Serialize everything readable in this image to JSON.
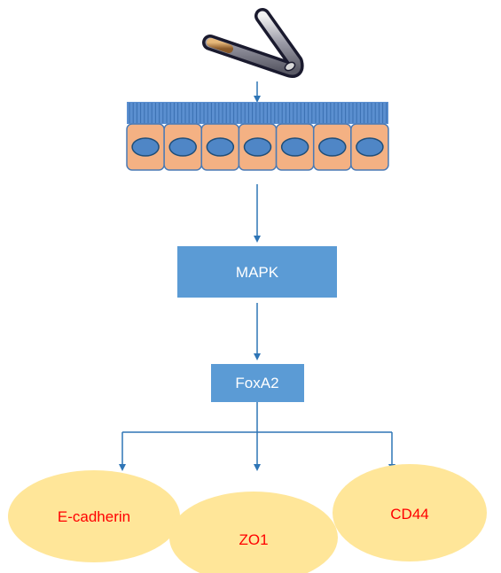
{
  "nodes": {
    "mapk": {
      "label": "MAPK"
    },
    "foxa2": {
      "label": "FoxA2"
    },
    "ecadherin": {
      "label": "E-cadherin"
    },
    "zo1": {
      "label": "ZO1"
    },
    "cd44": {
      "label": "CD44"
    }
  },
  "epithelium": {
    "cell_count": 7
  },
  "colors": {
    "box_fill": "#5b9bd5",
    "box_text": "#ffffff",
    "arrow": "#2e75b6",
    "oval_fill": "#ffe699",
    "oval_text": "#ff0000",
    "cell_fill": "#f4b183",
    "cell_border": "#4a7ab5",
    "nucleus_fill": "#4f86c6",
    "nucleus_border": "#1f4e79",
    "cilia_fill": "#5b8fd0"
  },
  "icons": {
    "stimulus": "cigarette-icon"
  }
}
